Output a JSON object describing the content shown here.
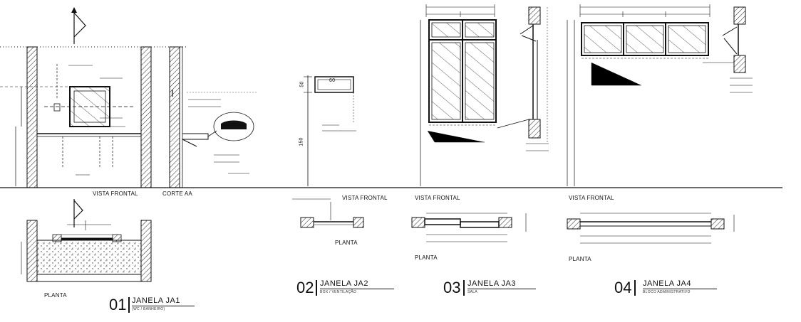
{
  "sheet": {
    "section_labels": {
      "vista_frontal": "VISTA FRONTAL",
      "corte": "CORTE AA",
      "planta": "PLANTA",
      "planta_short": "PLANTA"
    },
    "details": [
      {
        "number": "01",
        "title": "JANELA JA1",
        "subtitle": "(WC / BANHEIRO)"
      },
      {
        "number": "02",
        "title": "JANELA JA2",
        "subtitle": "BOX / VENTILAÇÃO"
      },
      {
        "number": "03",
        "title": "JANELA JA3",
        "subtitle": "SALA"
      },
      {
        "number": "04",
        "title": "JANELA JA4",
        "subtitle": "BLOCO ADMINISTRATIVO"
      }
    ],
    "ja2_dims": {
      "height_top": "50",
      "height_bottom": "150",
      "width": "60"
    }
  }
}
